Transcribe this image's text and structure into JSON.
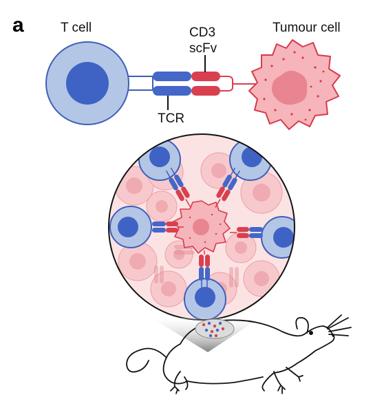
{
  "figure": {
    "panel_letter": "a",
    "labels": {
      "t_cell": "T cell",
      "cd3": "CD3",
      "scfv": "scFv",
      "tumour_cell": "Tumour cell",
      "tcr": "TCR"
    }
  },
  "colors": {
    "tcell_fill": "#b4c6e6",
    "tcell_nucleus": "#3f63c4",
    "tcell_stroke": "#3d5fb8",
    "antibody_blue": "#4467c8",
    "antibody_red": "#d9404f",
    "tumour_fill": "#f6b4bb",
    "tumour_nucleus": "#e88590",
    "tumour_stroke": "#d63a4a",
    "background_tumour": "#f7c9cc",
    "circle_bg": "#fbe3e4",
    "mouse_stroke": "#111111",
    "beam": "#8a8a8a"
  }
}
